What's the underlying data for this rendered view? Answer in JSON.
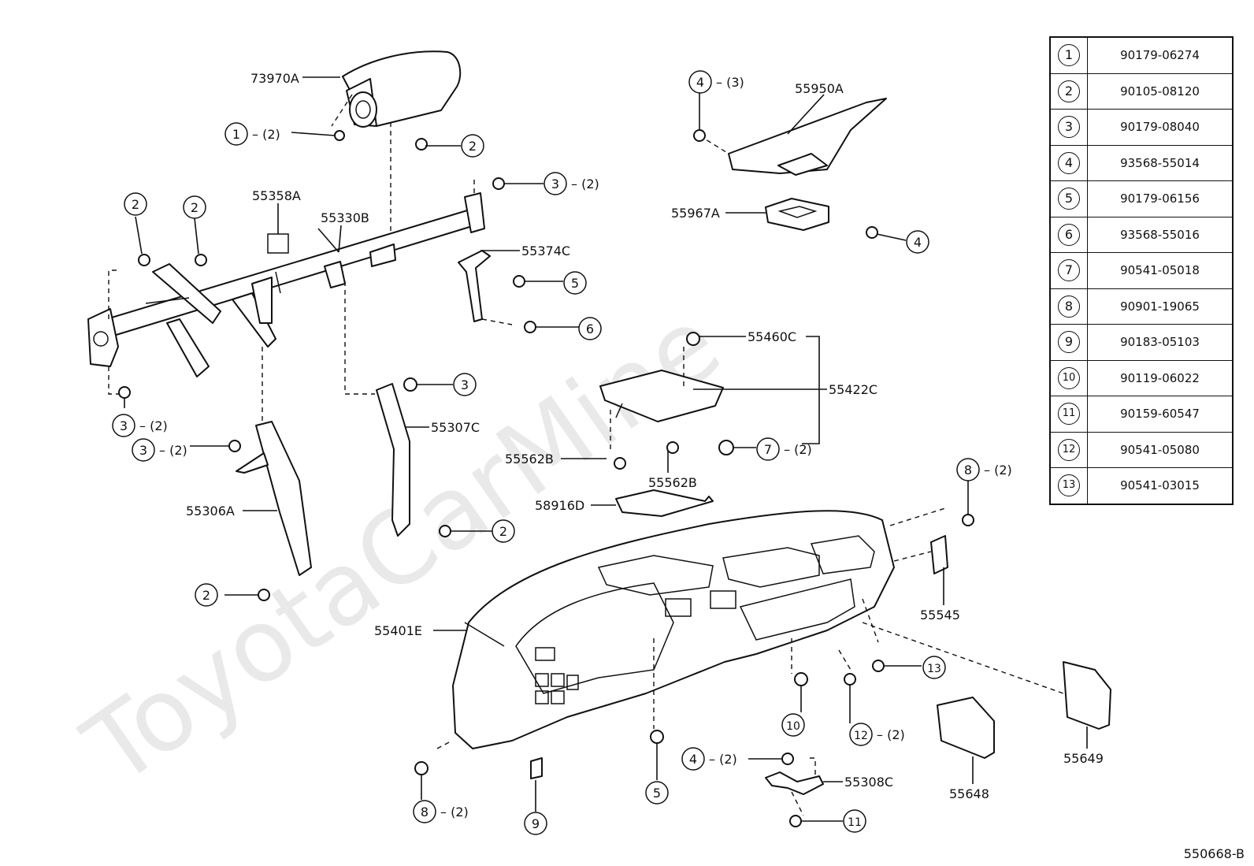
{
  "watermark": "ToyotaCarMine",
  "diagram_code": "550668-B",
  "reference_table": [
    {
      "ref": "1",
      "part_no": "90179-06274"
    },
    {
      "ref": "2",
      "part_no": "90105-08120"
    },
    {
      "ref": "3",
      "part_no": "90179-08040"
    },
    {
      "ref": "4",
      "part_no": "93568-55014"
    },
    {
      "ref": "5",
      "part_no": "90179-06156"
    },
    {
      "ref": "6",
      "part_no": "93568-55016"
    },
    {
      "ref": "7",
      "part_no": "90541-05018"
    },
    {
      "ref": "8",
      "part_no": "90901-19065"
    },
    {
      "ref": "9",
      "part_no": "90183-05103"
    },
    {
      "ref": "10",
      "part_no": "90119-06022"
    },
    {
      "ref": "11",
      "part_no": "90159-60547"
    },
    {
      "ref": "12",
      "part_no": "90541-05080"
    },
    {
      "ref": "13",
      "part_no": "90541-03015"
    }
  ],
  "labels": {
    "p73970A": "73970A",
    "p55358A": "55358A",
    "p55330B": "55330B",
    "p55374C": "55374C",
    "p55307C": "55307C",
    "p55306A": "55306A",
    "p55950A": "55950A",
    "p55967A": "55967A",
    "p55460C": "55460C",
    "p55422C": "55422C",
    "p55562B_left": "55562B",
    "p55562B_bottom": "55562B",
    "p58916D": "58916D",
    "p55401E": "55401E",
    "p55545": "55545",
    "p55308C": "55308C",
    "p55648": "55648",
    "p55649": "55649"
  },
  "callouts": {
    "c1_top": {
      "num": "1",
      "qty": "– (2)"
    },
    "c2_a": {
      "num": "2",
      "qty": ""
    },
    "c2_b": {
      "num": "2",
      "qty": ""
    },
    "c2_c": {
      "num": "2",
      "qty": ""
    },
    "c2_d": {
      "num": "2",
      "qty": ""
    },
    "c2_e": {
      "num": "2",
      "qty": ""
    },
    "c3_a": {
      "num": "3",
      "qty": "– (2)"
    },
    "c3_b": {
      "num": "3",
      "qty": "– (2)"
    },
    "c3_c": {
      "num": "3",
      "qty": "– (2)"
    },
    "c3_d": {
      "num": "3",
      "qty": ""
    },
    "c4_a": {
      "num": "4",
      "qty": "– (3)"
    },
    "c4_b": {
      "num": "4",
      "qty": ""
    },
    "c4_c": {
      "num": "4",
      "qty": "– (2)"
    },
    "c5_a": {
      "num": "5",
      "qty": ""
    },
    "c5_b": {
      "num": "5",
      "qty": ""
    },
    "c6_a": {
      "num": "6",
      "qty": ""
    },
    "c7_a": {
      "num": "7",
      "qty": "– (2)"
    },
    "c8_a": {
      "num": "8",
      "qty": "– (2)"
    },
    "c8_b": {
      "num": "8",
      "qty": "– (2)"
    },
    "c9_a": {
      "num": "9",
      "qty": ""
    },
    "c10_a": {
      "num": "10",
      "qty": ""
    },
    "c11_a": {
      "num": "11",
      "qty": ""
    },
    "c12_a": {
      "num": "12",
      "qty": "– (2)"
    },
    "c13_a": {
      "num": "13",
      "qty": ""
    }
  }
}
